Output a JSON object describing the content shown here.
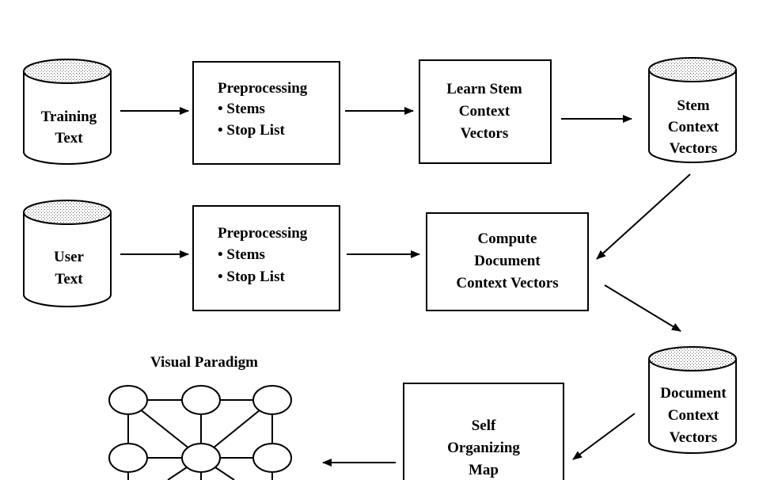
{
  "diagram": {
    "row1": {
      "db_training": [
        "Training",
        "Text"
      ],
      "preprocess": [
        "Preprocessing",
        "• Stems",
        "• Stop List"
      ],
      "learn": [
        "Learn Stem",
        "Context",
        "Vectors"
      ],
      "db_stem": [
        "Stem",
        "Context",
        "Vectors"
      ]
    },
    "row2": {
      "db_user": [
        "User",
        "Text"
      ],
      "preprocess": [
        "Preprocessing",
        "• Stems",
        "• Stop List"
      ],
      "compute": [
        "Compute",
        "Document",
        "Context Vectors"
      ]
    },
    "row3": {
      "db_document": [
        "Document",
        "Context",
        "Vectors"
      ],
      "som": [
        "Self",
        "Organizing",
        "Map"
      ],
      "visual_title": "Visual Paradigm"
    }
  }
}
